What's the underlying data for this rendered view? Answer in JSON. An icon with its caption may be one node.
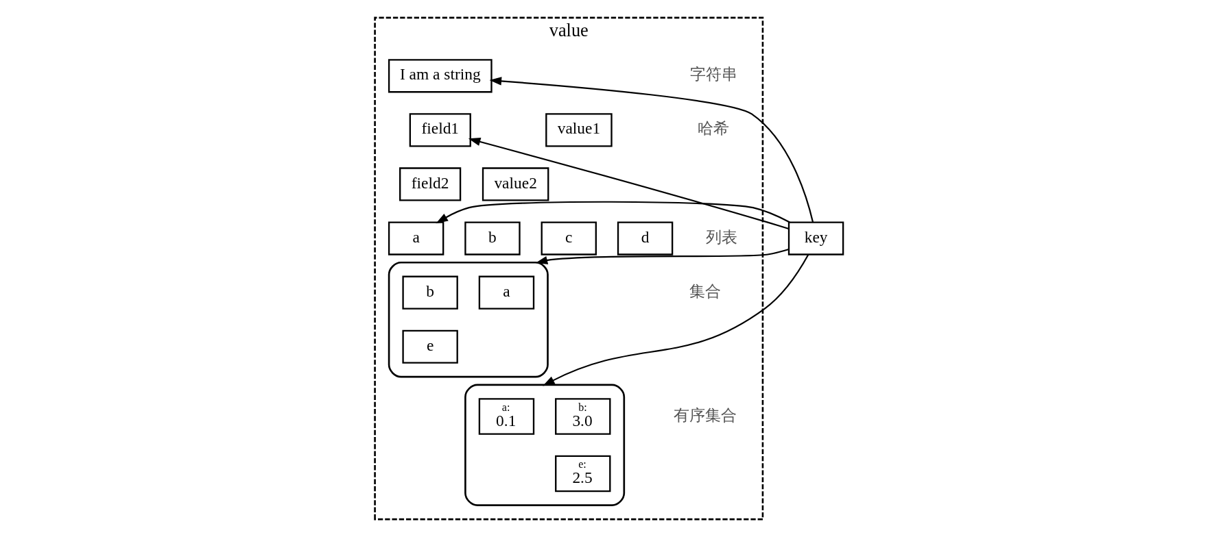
{
  "diagram": {
    "nodes": [
      {
        "text": [
          "value"
        ]
      },
      {
        "text": [
          "key"
        ]
      },
      {
        "text": [
          "I am a string"
        ],
        "in": 0
      },
      {
        "text": [
          "field1"
        ],
        "in": 0
      },
      {
        "text": [
          "value1"
        ],
        "in": 0
      },
      {
        "text": [
          "field2"
        ],
        "in": 0
      },
      {
        "text": [
          "value2"
        ],
        "in": 0
      },
      {
        "text": [
          "a"
        ],
        "in": 0
      },
      {
        "text": [
          "b"
        ],
        "in": 0
      },
      {
        "text": [
          "c"
        ],
        "in": 0
      },
      {
        "text": [
          "d"
        ],
        "in": 0
      },
      {
        "text": [],
        "shape": "ellipse",
        "in": 0
      },
      {
        "text": [
          "a"
        ],
        "in": 11
      },
      {
        "text": [
          "b"
        ],
        "in": 11
      },
      {
        "text": [
          "e"
        ],
        "in": 11
      },
      {
        "text": [],
        "shape": "ellipse",
        "in": 0
      },
      {
        "text": [
          "a:",
          "0.1"
        ],
        "in": 15
      },
      {
        "text": [
          "b:",
          "3.0"
        ],
        "in": 15
      },
      {
        "text": [
          "e:",
          "2.5"
        ],
        "in": 15
      }
    ],
    "edges": [
      {
        "from": 1,
        "to": 2,
        "arrow": "to"
      },
      {
        "from": 1,
        "to": 3,
        "arrow": "to"
      },
      {
        "from": 1,
        "to": 7,
        "arrow": "to"
      },
      {
        "from": 1,
        "to": 11,
        "arrow": "to"
      },
      {
        "from": 1,
        "to": 15,
        "arrow": "to"
      }
    ],
    "labels": [
      "字符串",
      "哈希",
      "列表",
      "集合",
      "有序集合"
    ]
  }
}
